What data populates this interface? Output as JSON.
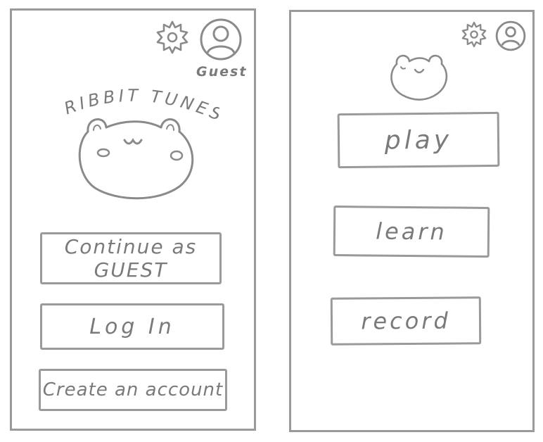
{
  "welcome_screen": {
    "header": {
      "settings_icon": "gear-icon",
      "profile_icon": "user-avatar-icon",
      "profile_label": "Guest"
    },
    "app_title": "RIBBIT TUNES",
    "buttons": {
      "continue_guest": "Continue as GUEST",
      "log_in": "Log In",
      "create_account": "Create an account"
    }
  },
  "menu_screen": {
    "header": {
      "settings_icon": "gear-icon",
      "profile_icon": "user-avatar-icon"
    },
    "buttons": {
      "play": "play",
      "learn": "learn",
      "record": "record"
    }
  },
  "colors": {
    "stroke": "#9a9a9a",
    "text": "#7a7a7a",
    "background": "#ffffff"
  }
}
